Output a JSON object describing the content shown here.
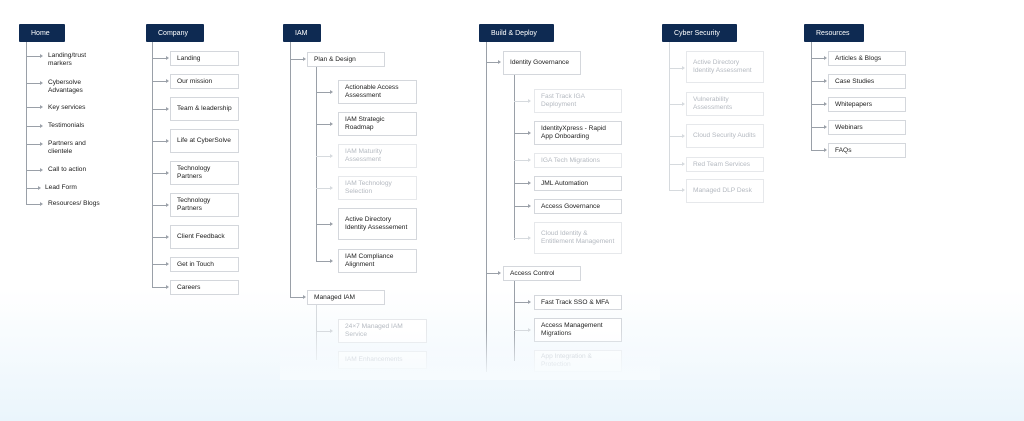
{
  "columns": [
    {
      "id": "home",
      "root": "Home",
      "style": "plain",
      "items": [
        "Landing/trust markers",
        "Cybersolve Advantages",
        "Key services",
        "Testimonials",
        "Partners and clientele",
        "Call to action",
        "Lead Form",
        "Resources/ Blogs"
      ]
    },
    {
      "id": "company",
      "root": "Company",
      "style": "boxed",
      "items": [
        "Landing",
        "Our mission",
        "Team & leadership",
        "Life at CyberSolve",
        "Technology Partners",
        "Technology Partners",
        "Client Feedback",
        "Get in Touch",
        "Careers"
      ]
    },
    {
      "id": "iam",
      "root": "IAM",
      "style": "tree",
      "groups": [
        {
          "label": "Plan & Design",
          "children": [
            {
              "label": "Actionable Access Assessment",
              "faded": false
            },
            {
              "label": "IAM Strategic Roadmap",
              "faded": false
            },
            {
              "label": "IAM Maturity Assessment",
              "faded": true
            },
            {
              "label": "IAM Technology Selection",
              "faded": true
            },
            {
              "label": "Active Directory Identity Assessement",
              "faded": false
            },
            {
              "label": "IAM Compliance Alignment",
              "faded": false
            }
          ]
        },
        {
          "label": "Managed IAM",
          "children": [
            {
              "label": "24×7 Managed IAM Service",
              "faded": true
            },
            {
              "label": "IAM Enhancements",
              "faded": true
            }
          ]
        }
      ]
    },
    {
      "id": "build",
      "root": "Build & Deploy",
      "style": "tree",
      "groups": [
        {
          "label": "Identity Governance",
          "children": [
            {
              "label": "Fast Track IGA Deployment",
              "faded": true
            },
            {
              "label": "IdentityXpress - Rapid App Onboarding",
              "faded": false
            },
            {
              "label": "IGA Tech Migrations",
              "faded": true
            },
            {
              "label": "JML Automation",
              "faded": false
            },
            {
              "label": "Access Governance",
              "faded": false
            },
            {
              "label": "Cloud Identity & Entitlement Management",
              "faded": true
            }
          ]
        },
        {
          "label": "Access Control",
          "children": [
            {
              "label": "Fast Track SSO & MFA",
              "faded": false
            },
            {
              "label": "Access Management Migrations",
              "faded": false
            },
            {
              "label": "App Integration & Protection",
              "faded": true
            }
          ]
        }
      ]
    },
    {
      "id": "cyber",
      "root": "Cyber Security",
      "style": "boxed",
      "items": [
        {
          "label": "Active Directory Identity Assessment",
          "faded": true
        },
        {
          "label": "Vulnerability Assessments",
          "faded": true
        },
        {
          "label": "Cloud Security Audits",
          "faded": true
        },
        {
          "label": "Red Team Services",
          "faded": true
        },
        {
          "label": "Managed DLP Desk",
          "faded": true
        }
      ]
    },
    {
      "id": "resources",
      "root": "Resources",
      "style": "boxed",
      "items": [
        "Articles & Blogs",
        "Case Studies",
        "Whitepapers",
        "Webinars",
        "FAQs"
      ]
    }
  ]
}
